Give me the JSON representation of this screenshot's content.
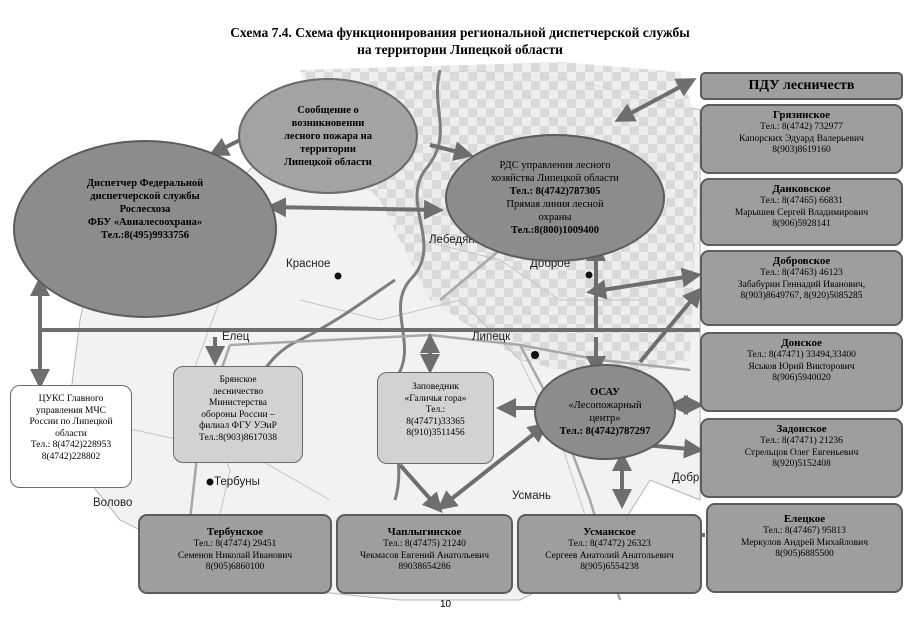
{
  "title": {
    "line1": "Схема 7.4. Схема функционирования региональной диспетчерской службы",
    "line2": "на территории Липецкой области"
  },
  "cities": [
    "Лебедянь",
    "Красное",
    "Доброе",
    "Елец",
    "Липецк",
    "Тербуны",
    "Волово",
    "Усмань",
    "Добр"
  ],
  "message": {
    "line1": "Сообщение о",
    "line2": "возникновении",
    "line3": "лесного пожара на",
    "line4": "территории",
    "line5": "Липецкой  области"
  },
  "federal": {
    "line1": "Диспетчер Федеральной",
    "line2": "диспетчерской службы",
    "line3": "Рослесхоза",
    "line4": "ФБУ «Авиалесоохрана»",
    "line5": "Тел.:8(495)9933756",
    "line6": "Прямая линия лесной",
    "line7": "охраны",
    "line8": "Тел.:8(800)1009400"
  },
  "rds": {
    "line1": "РДС управления лесного",
    "line2": "хозяйства Липецкой области",
    "line3": "Тел.: 8(4742)787305",
    "line4": "Прямая линия лесной",
    "line5": "охраны",
    "line6": "Тел.:8(800)1009400"
  },
  "osau": {
    "line1": "ОСАУ",
    "line2": "«Лесопожарный",
    "line3": "центр»",
    "line4": "Тел.: 8(4742)787297"
  },
  "cuks": {
    "line1": "ЦУКС  Главного",
    "line2": "управления МЧС",
    "line3": "России  по Липецкой",
    "line4": "области",
    "line5": "Тел.: 8(4742)228953",
    "line6": "8(4742)228802"
  },
  "bryansk": {
    "line1": "Брянское",
    "line2": "лесничество",
    "line3": "Министерства",
    "line4": "обороны России –",
    "line5": "филиал ФГУ УЭиР",
    "line6": "Тел.:8(903)8617038"
  },
  "reserve": {
    "line1": "Заповедник",
    "line2": "«Галичья гора»",
    "line3": "Тел.:",
    "line4": "8(47471)33365",
    "line5": "8(910)3511456"
  },
  "pdu_header": "ПДУ лесничеств",
  "right_boxes": [
    {
      "name": "Грязинское",
      "tel": "Тел.: 8(4742) 732977",
      "person": "Капорских Эдуард Валерьевич",
      "phone": "8(903)8619160"
    },
    {
      "name": "Данковское",
      "tel": "Тел.: 8(47465) 66831",
      "person": "Марышев Сергей Владимирович",
      "phone": "8(906)5928141"
    },
    {
      "name": "Добровское",
      "tel": "Тел.: 8(47463) 46123",
      "person": "Забабурин Геннадий Иванович,",
      "phone": "8(903)8649767, 8(920)5085285"
    },
    {
      "name": "Донское",
      "tel": "Тел.: 8(47471) 33494,33400",
      "person": "Яськов Юрий Викторович",
      "phone": "8(906)5940020"
    },
    {
      "name": "Задонское",
      "tel": "Тел.: 8(47471) 21236",
      "person": "Стрельцов Олег Евгеньевич",
      "phone": "8(920)5152408"
    },
    {
      "name": "Елецкое",
      "tel": "Тел.: 8(47467) 95813",
      "person": "Меркулов Андрей Михайлович",
      "phone": "8(905)6885500"
    }
  ],
  "bottom_boxes": [
    {
      "name": "Тербунское",
      "tel": "Тел.: 8(47474) 29451",
      "person": "Семенов Николай Иванович",
      "phone": "8(905)6860100"
    },
    {
      "name": "Чаплыгинское",
      "tel": "Тел.: 8(47475) 21240",
      "person": "Чекмасов Евгений Анатольевич",
      "phone": "89038654286"
    },
    {
      "name": "Усманское",
      "tel": "Тел.: 8(47472) 26323",
      "person": "Сергеев Анатолий Анатольевич",
      "phone": "8(905)6554238"
    }
  ],
  "page_number": "10",
  "colors": {
    "box_fill": "#9e9e9e",
    "ellipse_fill": "#8c8c8c",
    "arrow": "#6e6e6e",
    "map_road": "#9a9a9a"
  }
}
